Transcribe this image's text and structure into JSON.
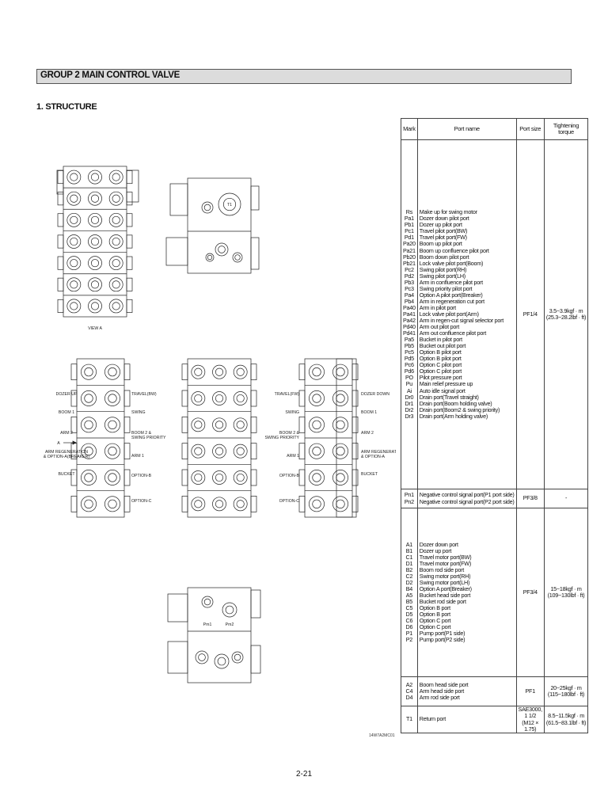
{
  "header": {
    "title": "GROUP  2  MAIN CONTROL VALVE"
  },
  "section": {
    "title": "1.  STRUCTURE"
  },
  "drawing": {
    "view_label": "VIEW  A",
    "label_a": "A",
    "left_labels": [
      "DOZER UP",
      "BOOM 1",
      "ARM 2",
      "ARM REGENERATION\n& OPTION-A(BREAKER)",
      "BUCKET"
    ],
    "mid_labels": [
      "TRAVEL(BW)",
      "SWING",
      "BOOM 2 &\nSWING PRIORITY",
      "ARM 1",
      "OPTION-B",
      "OPTION-C"
    ],
    "right_left_labels": [
      "TRAVEL(FW)",
      "SWING",
      "BOOM 2 &\nSWING PRIORITY",
      "ARM 1",
      "OPTION-B",
      "OPTION-C"
    ],
    "right_labels": [
      "DOZER DOWN",
      "BOOM 1",
      "ARM 2",
      "ARM REGENERATION\n& OPTION-A",
      "BUCKET"
    ],
    "t1_label": "T1",
    "pm_labels": [
      "Pm1",
      "Pm2"
    ],
    "figure_code": "14W7A2MC01"
  },
  "table": {
    "headers": [
      "Mark",
      "Port name",
      "Port size",
      "Tightening torque"
    ],
    "groups": [
      {
        "marks": [
          "Rs",
          "Pa1",
          "Pb1",
          "Pc1",
          "Pd1",
          "Pa20",
          "Pa21",
          "Pb20",
          "Pb21",
          "Pc2",
          "Pd2",
          "Pb3",
          "Pc3",
          "Pa4",
          "Pb4",
          "Pa40",
          "Pa41",
          "Pa42",
          "Pd40",
          "Pd41",
          "Pa5",
          "Pb5",
          "Pc5",
          "Pd5",
          "Pc6",
          "Pd6",
          "PO",
          "Pu",
          "Ai",
          "Dr0",
          "Dr1",
          "Dr2",
          "Dr3"
        ],
        "names": [
          "Make up for swing motor",
          "Dozer down pilot port",
          "Dozer up pilot port",
          "Travel pilot port(BW)",
          "Travel pilot port(FW)",
          "Boom up pilot port",
          "Boom up confluence pilot port",
          "Boom down pilot port",
          "Lock valve pilot port(Boom)",
          "Swing pilot port(RH)",
          "Swing pilot port(LH)",
          "Arm in confluence pilot port",
          "Swing priority pilot port",
          "Option A pilot port(Breaker)",
          "Arm in regeneration cut port",
          "Arm in pilot port",
          "Lock valve pilot port(Arm)",
          "Arm in regen-cut signal selector port",
          "Arm out pilot port",
          "Arm out confluence pilot port",
          "Bucket in pilot port",
          "Bucket out pilot port",
          "Option B pilot port",
          "Option B pilot port",
          "Option C pilot port",
          "Option C pilot port",
          "Pilot pressure port",
          "Main relief pressure up",
          "Auto idle signal port",
          "Drain port(Travel straight)",
          "Drain port(Boom holding valve)",
          "Drain port(Boom2 & swing priority)",
          "Drain port(Arm holding valve)"
        ],
        "size": "PF1/4",
        "torque": [
          "3.5~3.9kgf · m",
          "(25.3~28.2lbf · ft)"
        ]
      },
      {
        "marks": [
          "Pn1",
          "Pn2"
        ],
        "names": [
          "Negative control signal port(P1 port side)",
          "Negative control signal port(P2 port side)"
        ],
        "size": "PF3/8",
        "torque": [
          "-"
        ]
      },
      {
        "marks": [
          "A1",
          "B1",
          "C1",
          "D1",
          "B2",
          "C2",
          "D2",
          "B4",
          "A5",
          "B5",
          "C5",
          "D5",
          "C6",
          "D6",
          "P1",
          "P2"
        ],
        "names": [
          "Dozer down port",
          "Dozer up port",
          "Travel motor port(BW)",
          "Travel motor port(FW)",
          "Boom rod side port",
          "Swing motor port(RH)",
          "Swing motor port(LH)",
          "Option A port(Breaker)",
          "Bucket head side port",
          "Bucket rod side port",
          "Option B port",
          "Option B port",
          "Option C port",
          "Option C port",
          "Pump port(P1 side)",
          "Pump port(P2 side)"
        ],
        "size": "PF3/4",
        "torque": [
          "15~18kgf · m",
          "(109~130lbf · ft)"
        ]
      },
      {
        "marks": [
          "A2",
          "C4",
          "D4"
        ],
        "names": [
          "Boom head side port",
          "Arm head side port",
          "Arm rod side port"
        ],
        "size": "PF1",
        "torque": [
          "20~25kgf · m",
          "(115~180lbf · ft)"
        ]
      },
      {
        "marks": [
          "T1"
        ],
        "names": [
          "Return port"
        ],
        "size": "SAE3000, 1 1/2\n(M12 × 1.75)",
        "torque": [
          "8.5~11.5kgf · m",
          "(61.5~83.1lbf · ft)"
        ]
      }
    ]
  },
  "footer": {
    "page_number": "2-21"
  }
}
